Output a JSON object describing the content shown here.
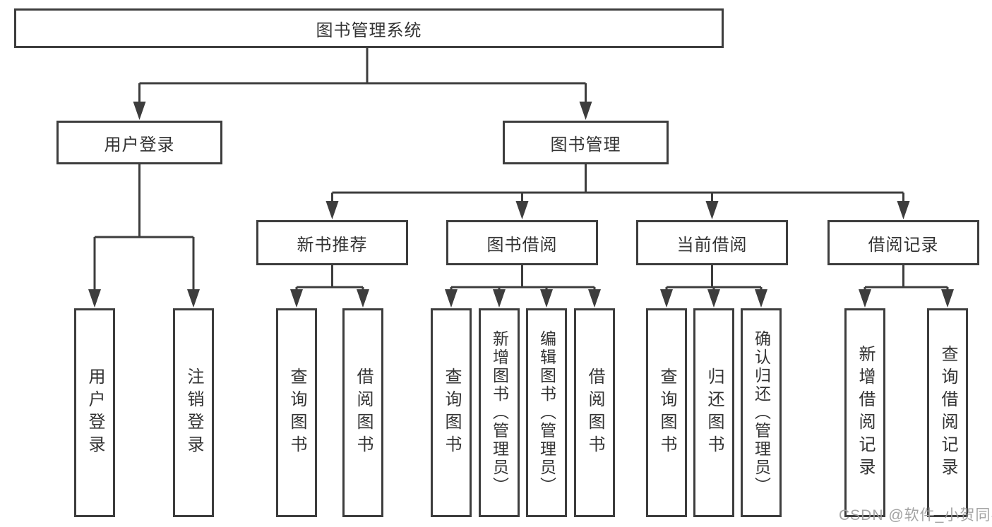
{
  "root": {
    "label": "图书管理系统"
  },
  "level2": {
    "user_login": {
      "label": "用户登录"
    },
    "book_management": {
      "label": "图书管理"
    }
  },
  "level3": {
    "new_book_recommend": {
      "label": "新书推荐"
    },
    "book_borrow": {
      "label": "图书借阅"
    },
    "current_borrow": {
      "label": "当前借阅"
    },
    "borrow_records": {
      "label": "借阅记录"
    }
  },
  "leaves": {
    "user_login": [
      "用户登录",
      "注销登录"
    ],
    "new_book_recommend": [
      "查询图书",
      "借阅图书"
    ],
    "book_borrow": [
      "查询图书",
      "新增图书（管理员）",
      "编辑图书（管理员）",
      "借阅图书"
    ],
    "current_borrow": [
      "查询图书",
      "归还图书",
      "确认归还（管理员）"
    ],
    "borrow_records": [
      "新增借阅记录",
      "查询借阅记录"
    ]
  },
  "watermark": {
    "text": "CSDN @软件_小贺同学"
  },
  "colors": {
    "line": "#3d3d3d",
    "text": "#333333",
    "box_background": "#ffffff",
    "page_background": "#ffffff",
    "watermark": "#9e9e9e"
  }
}
